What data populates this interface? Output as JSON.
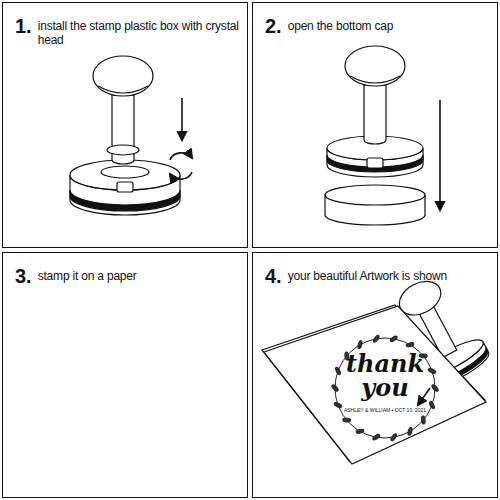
{
  "diagram": {
    "nodes": [
      {
        "text": [
          "1.",
          "install the stamp plastic box with crystal head"
        ]
      },
      {
        "text": [
          "2.",
          "open the bottom cap"
        ]
      },
      {
        "text": [
          "3.",
          "stamp it on a paper"
        ]
      },
      {
        "text": [
          "4.",
          "your beautiful Artwork is shown"
        ]
      }
    ],
    "labels": [
      "thank",
      "you",
      "ASHLEY & WILLIAM • OCT 10, 2021"
    ]
  }
}
